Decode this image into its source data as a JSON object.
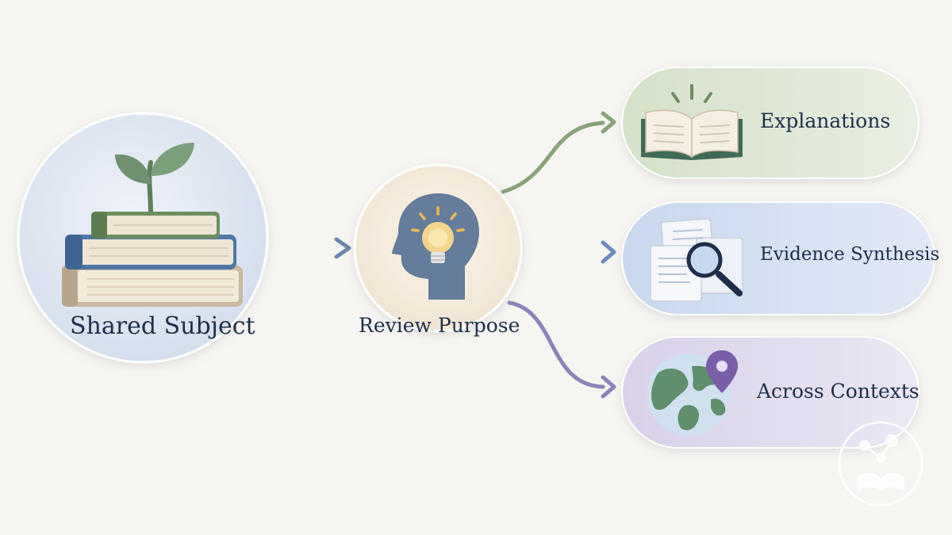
{
  "nodes": {
    "source": {
      "label": "Shared Subject"
    },
    "hub": {
      "label": "Review Purpose"
    },
    "outputs": [
      {
        "label": "Explanations"
      },
      {
        "label": "Evidence Synthesis"
      },
      {
        "label": "Across Contexts"
      }
    ]
  },
  "colors": {
    "background": "#f6f5f2",
    "text": "#1f2f4a",
    "source_circle": "#dbe4f0",
    "hub_circle": "#f7eedf",
    "explanations_pill": "#dde6d3",
    "evidence_pill": "#d6e1f3",
    "contexts_pill": "#e2dcee",
    "arrow_green": "#8aa27a",
    "arrow_blue": "#7c96c2",
    "arrow_purple": "#8e82b9"
  },
  "icons": [
    "books-with-sprout-icon",
    "head-lightbulb-icon",
    "open-book-icon",
    "documents-magnifier-icon",
    "globe-pin-icon",
    "logo-watermark"
  ]
}
